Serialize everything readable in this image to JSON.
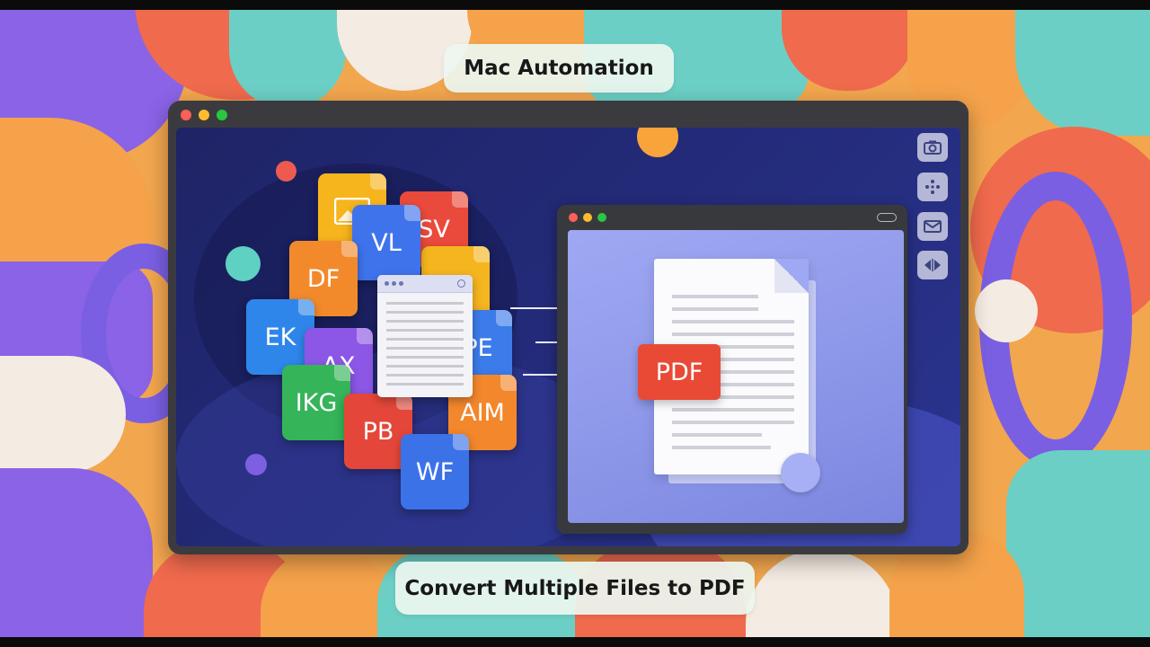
{
  "header": {
    "title": "Mac Automation"
  },
  "footer": {
    "caption": "Convert Multiple Files to PDF"
  },
  "window_controls": {
    "close_color": "#ff5f57",
    "minimize_color": "#febc2e",
    "zoom_color": "#28c840"
  },
  "file_tiles": [
    {
      "label": "",
      "icon": "image-icon",
      "color": "#f6b41d"
    },
    {
      "label": "SV",
      "color": "#ea4a3b"
    },
    {
      "label": "VL",
      "color": "#3f73ec"
    },
    {
      "label": "DF",
      "color": "#f28a2c"
    },
    {
      "label": "",
      "color": "#f5b51e"
    },
    {
      "label": "EK",
      "color": "#2f86ea"
    },
    {
      "label": "AX",
      "color": "#8c57e6"
    },
    {
      "label": "PE",
      "color": "#3c7bea"
    },
    {
      "label": "IKG",
      "color": "#35b459"
    },
    {
      "label": "AIM",
      "color": "#f3872c"
    },
    {
      "label": "PB",
      "color": "#e4473a"
    },
    {
      "label": "WF",
      "color": "#3c72e8"
    }
  ],
  "pdf_badge": {
    "label": "PDF",
    "color": "#e84a36"
  },
  "sidebar_tools": [
    {
      "icon": "camera-icon"
    },
    {
      "icon": "dots-icon"
    },
    {
      "icon": "mail-icon"
    },
    {
      "icon": "arrows-icon"
    }
  ]
}
